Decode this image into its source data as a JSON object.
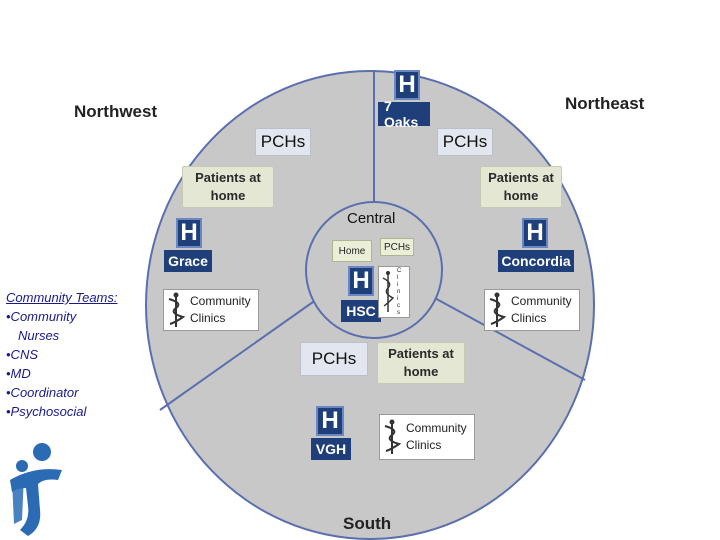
{
  "regions": {
    "northwest": "Northwest",
    "northeast": "Northeast",
    "central": "Central",
    "south": "South"
  },
  "hospitals": {
    "seven_oaks": {
      "symbol": "H",
      "name": "7 Oaks"
    },
    "grace": {
      "symbol": "H",
      "name": "Grace"
    },
    "concordia": {
      "symbol": "H",
      "name": "Concordia"
    },
    "hsc": {
      "symbol": "H",
      "name": "HSC"
    },
    "vgh": {
      "symbol": "H",
      "name": "VGH"
    }
  },
  "pch": {
    "label": "PCHs"
  },
  "patients_at_home": {
    "line1": "Patients at",
    "line2": "home"
  },
  "community_clinics": {
    "line1": "Community",
    "line2": "Clinics"
  },
  "central_boxes": {
    "home": "Home",
    "pchs": "PCHs",
    "clinics_vertical": [
      "C",
      "l",
      "i",
      "n",
      "i",
      "c",
      "s"
    ]
  },
  "community_teams": {
    "title": "Community Teams:",
    "items": [
      "•Community",
      "Nurses",
      "•CNS",
      "•MD",
      "•Coordinator",
      "•Psychosocial"
    ]
  },
  "colors": {
    "hospital_blue": "#1f3f7a",
    "disc_gray": "#c8c8c8",
    "spoke_blue": "#5b6fae",
    "teams_text": "#1a1a8c"
  }
}
